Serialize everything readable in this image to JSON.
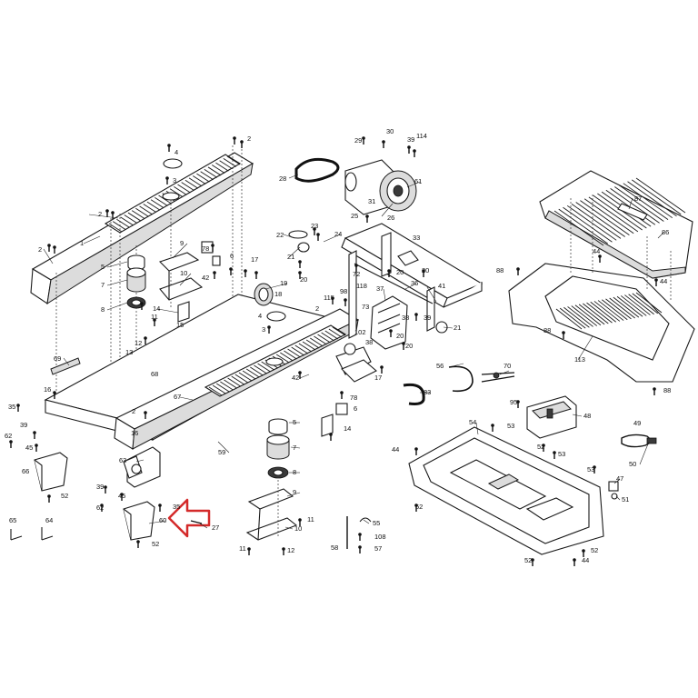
{
  "callouts": [
    {
      "id": "c2a",
      "text": "2"
    },
    {
      "id": "c4a",
      "text": "4"
    },
    {
      "id": "c3a",
      "text": "3"
    },
    {
      "id": "c2b",
      "text": "2"
    },
    {
      "id": "c2c",
      "text": "2"
    },
    {
      "id": "c1",
      "text": "1"
    },
    {
      "id": "c9",
      "text": "9"
    },
    {
      "id": "c78a",
      "text": "78"
    },
    {
      "id": "c6a",
      "text": "6"
    },
    {
      "id": "c5a",
      "text": "5"
    },
    {
      "id": "c7a",
      "text": "7"
    },
    {
      "id": "c8a",
      "text": "8"
    },
    {
      "id": "c10a",
      "text": "10"
    },
    {
      "id": "c42a",
      "text": "42"
    },
    {
      "id": "c14a",
      "text": "14"
    },
    {
      "id": "c11a",
      "text": "11"
    },
    {
      "id": "c15",
      "text": "15"
    },
    {
      "id": "c12a",
      "text": "12"
    },
    {
      "id": "c17a",
      "text": "17"
    },
    {
      "id": "c19",
      "text": "19"
    },
    {
      "id": "c18",
      "text": "18"
    },
    {
      "id": "c22",
      "text": "22"
    },
    {
      "id": "c23",
      "text": "23"
    },
    {
      "id": "c24",
      "text": "24"
    },
    {
      "id": "c21a",
      "text": "21"
    },
    {
      "id": "c20a",
      "text": "20"
    },
    {
      "id": "c28",
      "text": "28"
    },
    {
      "id": "c29",
      "text": "29"
    },
    {
      "id": "c30",
      "text": "30"
    },
    {
      "id": "c39a",
      "text": "39"
    },
    {
      "id": "c114",
      "text": "114"
    },
    {
      "id": "c61",
      "text": "61"
    },
    {
      "id": "c31",
      "text": "31"
    },
    {
      "id": "c25",
      "text": "25"
    },
    {
      "id": "c26",
      "text": "26"
    },
    {
      "id": "c33",
      "text": "33"
    },
    {
      "id": "c72",
      "text": "72"
    },
    {
      "id": "c20b",
      "text": "20"
    },
    {
      "id": "c20c",
      "text": "20"
    },
    {
      "id": "c36",
      "text": "36"
    },
    {
      "id": "c41",
      "text": "41"
    },
    {
      "id": "c37",
      "text": "37"
    },
    {
      "id": "c98",
      "text": "98"
    },
    {
      "id": "c118",
      "text": "118"
    },
    {
      "id": "c115",
      "text": "115"
    },
    {
      "id": "c2d",
      "text": "2"
    },
    {
      "id": "c73",
      "text": "73"
    },
    {
      "id": "c102",
      "text": "102"
    },
    {
      "id": "c38a",
      "text": "38"
    },
    {
      "id": "c38b",
      "text": "38"
    },
    {
      "id": "c39b",
      "text": "39"
    },
    {
      "id": "c20d",
      "text": "20"
    },
    {
      "id": "c20e",
      "text": "20"
    },
    {
      "id": "c21b",
      "text": "21"
    },
    {
      "id": "c4b",
      "text": "4"
    },
    {
      "id": "c3b",
      "text": "3"
    },
    {
      "id": "c69",
      "text": "69"
    },
    {
      "id": "c13",
      "text": "13"
    },
    {
      "id": "c68",
      "text": "68"
    },
    {
      "id": "c16a",
      "text": "16"
    },
    {
      "id": "c67",
      "text": "67"
    },
    {
      "id": "c2e",
      "text": "2"
    },
    {
      "id": "c35a",
      "text": "35"
    },
    {
      "id": "c39c",
      "text": "39"
    },
    {
      "id": "c62a",
      "text": "62"
    },
    {
      "id": "c45a",
      "text": "45"
    },
    {
      "id": "c66",
      "text": "66"
    },
    {
      "id": "c52a",
      "text": "52"
    },
    {
      "id": "c65",
      "text": "65"
    },
    {
      "id": "c64",
      "text": "64"
    },
    {
      "id": "c59",
      "text": "59"
    },
    {
      "id": "c16b",
      "text": "16"
    },
    {
      "id": "c63",
      "text": "63"
    },
    {
      "id": "c39d",
      "text": "39"
    },
    {
      "id": "c45b",
      "text": "45"
    },
    {
      "id": "c62b",
      "text": "62"
    },
    {
      "id": "c35b",
      "text": "35"
    },
    {
      "id": "c60",
      "text": "60"
    },
    {
      "id": "c27",
      "text": "27"
    },
    {
      "id": "c52b",
      "text": "52"
    },
    {
      "id": "c42b",
      "text": "42"
    },
    {
      "id": "c17b",
      "text": "17"
    },
    {
      "id": "c78b",
      "text": "78"
    },
    {
      "id": "c6b",
      "text": "6"
    },
    {
      "id": "c14b",
      "text": "14"
    },
    {
      "id": "c5b",
      "text": "5"
    },
    {
      "id": "c7b",
      "text": "7"
    },
    {
      "id": "c8b",
      "text": "8"
    },
    {
      "id": "c9b",
      "text": "9"
    },
    {
      "id": "c11b",
      "text": "11"
    },
    {
      "id": "c10b",
      "text": "10"
    },
    {
      "id": "c11c",
      "text": "11"
    },
    {
      "id": "c12b",
      "text": "12"
    },
    {
      "id": "c56",
      "text": "56"
    },
    {
      "id": "c70",
      "text": "70"
    },
    {
      "id": "c83",
      "text": "83"
    },
    {
      "id": "c55",
      "text": "55"
    },
    {
      "id": "c108",
      "text": "108"
    },
    {
      "id": "c58",
      "text": "58"
    },
    {
      "id": "c57",
      "text": "57"
    },
    {
      "id": "c87",
      "text": "87"
    },
    {
      "id": "c86",
      "text": "86"
    },
    {
      "id": "c88a",
      "text": "88"
    },
    {
      "id": "c44a",
      "text": "44"
    },
    {
      "id": "c44b",
      "text": "44"
    },
    {
      "id": "c88b",
      "text": "88"
    },
    {
      "id": "c113",
      "text": "113"
    },
    {
      "id": "c88c",
      "text": "88"
    },
    {
      "id": "c95",
      "text": "95"
    },
    {
      "id": "c48",
      "text": "48"
    },
    {
      "id": "c54",
      "text": "54"
    },
    {
      "id": "c53a",
      "text": "53"
    },
    {
      "id": "c44c",
      "text": "44"
    },
    {
      "id": "c52c",
      "text": "52"
    },
    {
      "id": "c53b",
      "text": "53"
    },
    {
      "id": "c49",
      "text": "49"
    },
    {
      "id": "c50",
      "text": "50"
    },
    {
      "id": "c53c",
      "text": "53"
    },
    {
      "id": "c47",
      "text": "47"
    },
    {
      "id": "c51",
      "text": "51"
    },
    {
      "id": "c52d",
      "text": "52"
    },
    {
      "id": "c52e",
      "text": "52"
    },
    {
      "id": "c52f",
      "text": "52"
    },
    {
      "id": "c44d",
      "text": "44"
    }
  ],
  "colors": {
    "line": "#1a1a1a",
    "highlight_arrow": "#d42a2a",
    "shade": "#dcdcdc"
  },
  "highlight": {
    "icon": "pointer-arrow-icon",
    "target_part": "27"
  }
}
